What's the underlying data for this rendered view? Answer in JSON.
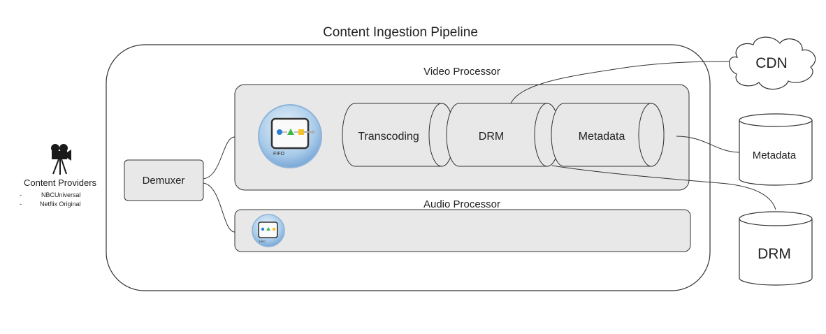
{
  "pipeline": {
    "title": "Content Ingestion Pipeline"
  },
  "video_processor": {
    "title": "Video Processor",
    "fifo_label": "FIFO"
  },
  "audio_processor": {
    "title": "Audio Processor",
    "fifo_label": "FIFO"
  },
  "stages": {
    "transcoding": "Transcoding",
    "drm": "DRM",
    "metadata": "Metadata"
  },
  "demuxer": {
    "label": "Demuxer"
  },
  "content_providers": {
    "title": "Content Providers",
    "items": [
      {
        "bullet": "-",
        "name": "NBCUniversal"
      },
      {
        "bullet": "-",
        "name": "Netflix Original"
      }
    ]
  },
  "external": {
    "cdn": "CDN",
    "metadata_db": "Metadata",
    "drm_db": "DRM"
  },
  "icons": {
    "camera": "movie-camera-icon",
    "fifo": "fifo-queue-icon",
    "cloud": "cloud-icon",
    "database": "database-cylinder-icon"
  },
  "colors": {
    "panel_fill": "#e8e8e8",
    "stroke": "#333333",
    "fifo_blue": "#2a7fd4",
    "fifo_green": "#3db64a",
    "fifo_yellow": "#f2c12e"
  }
}
